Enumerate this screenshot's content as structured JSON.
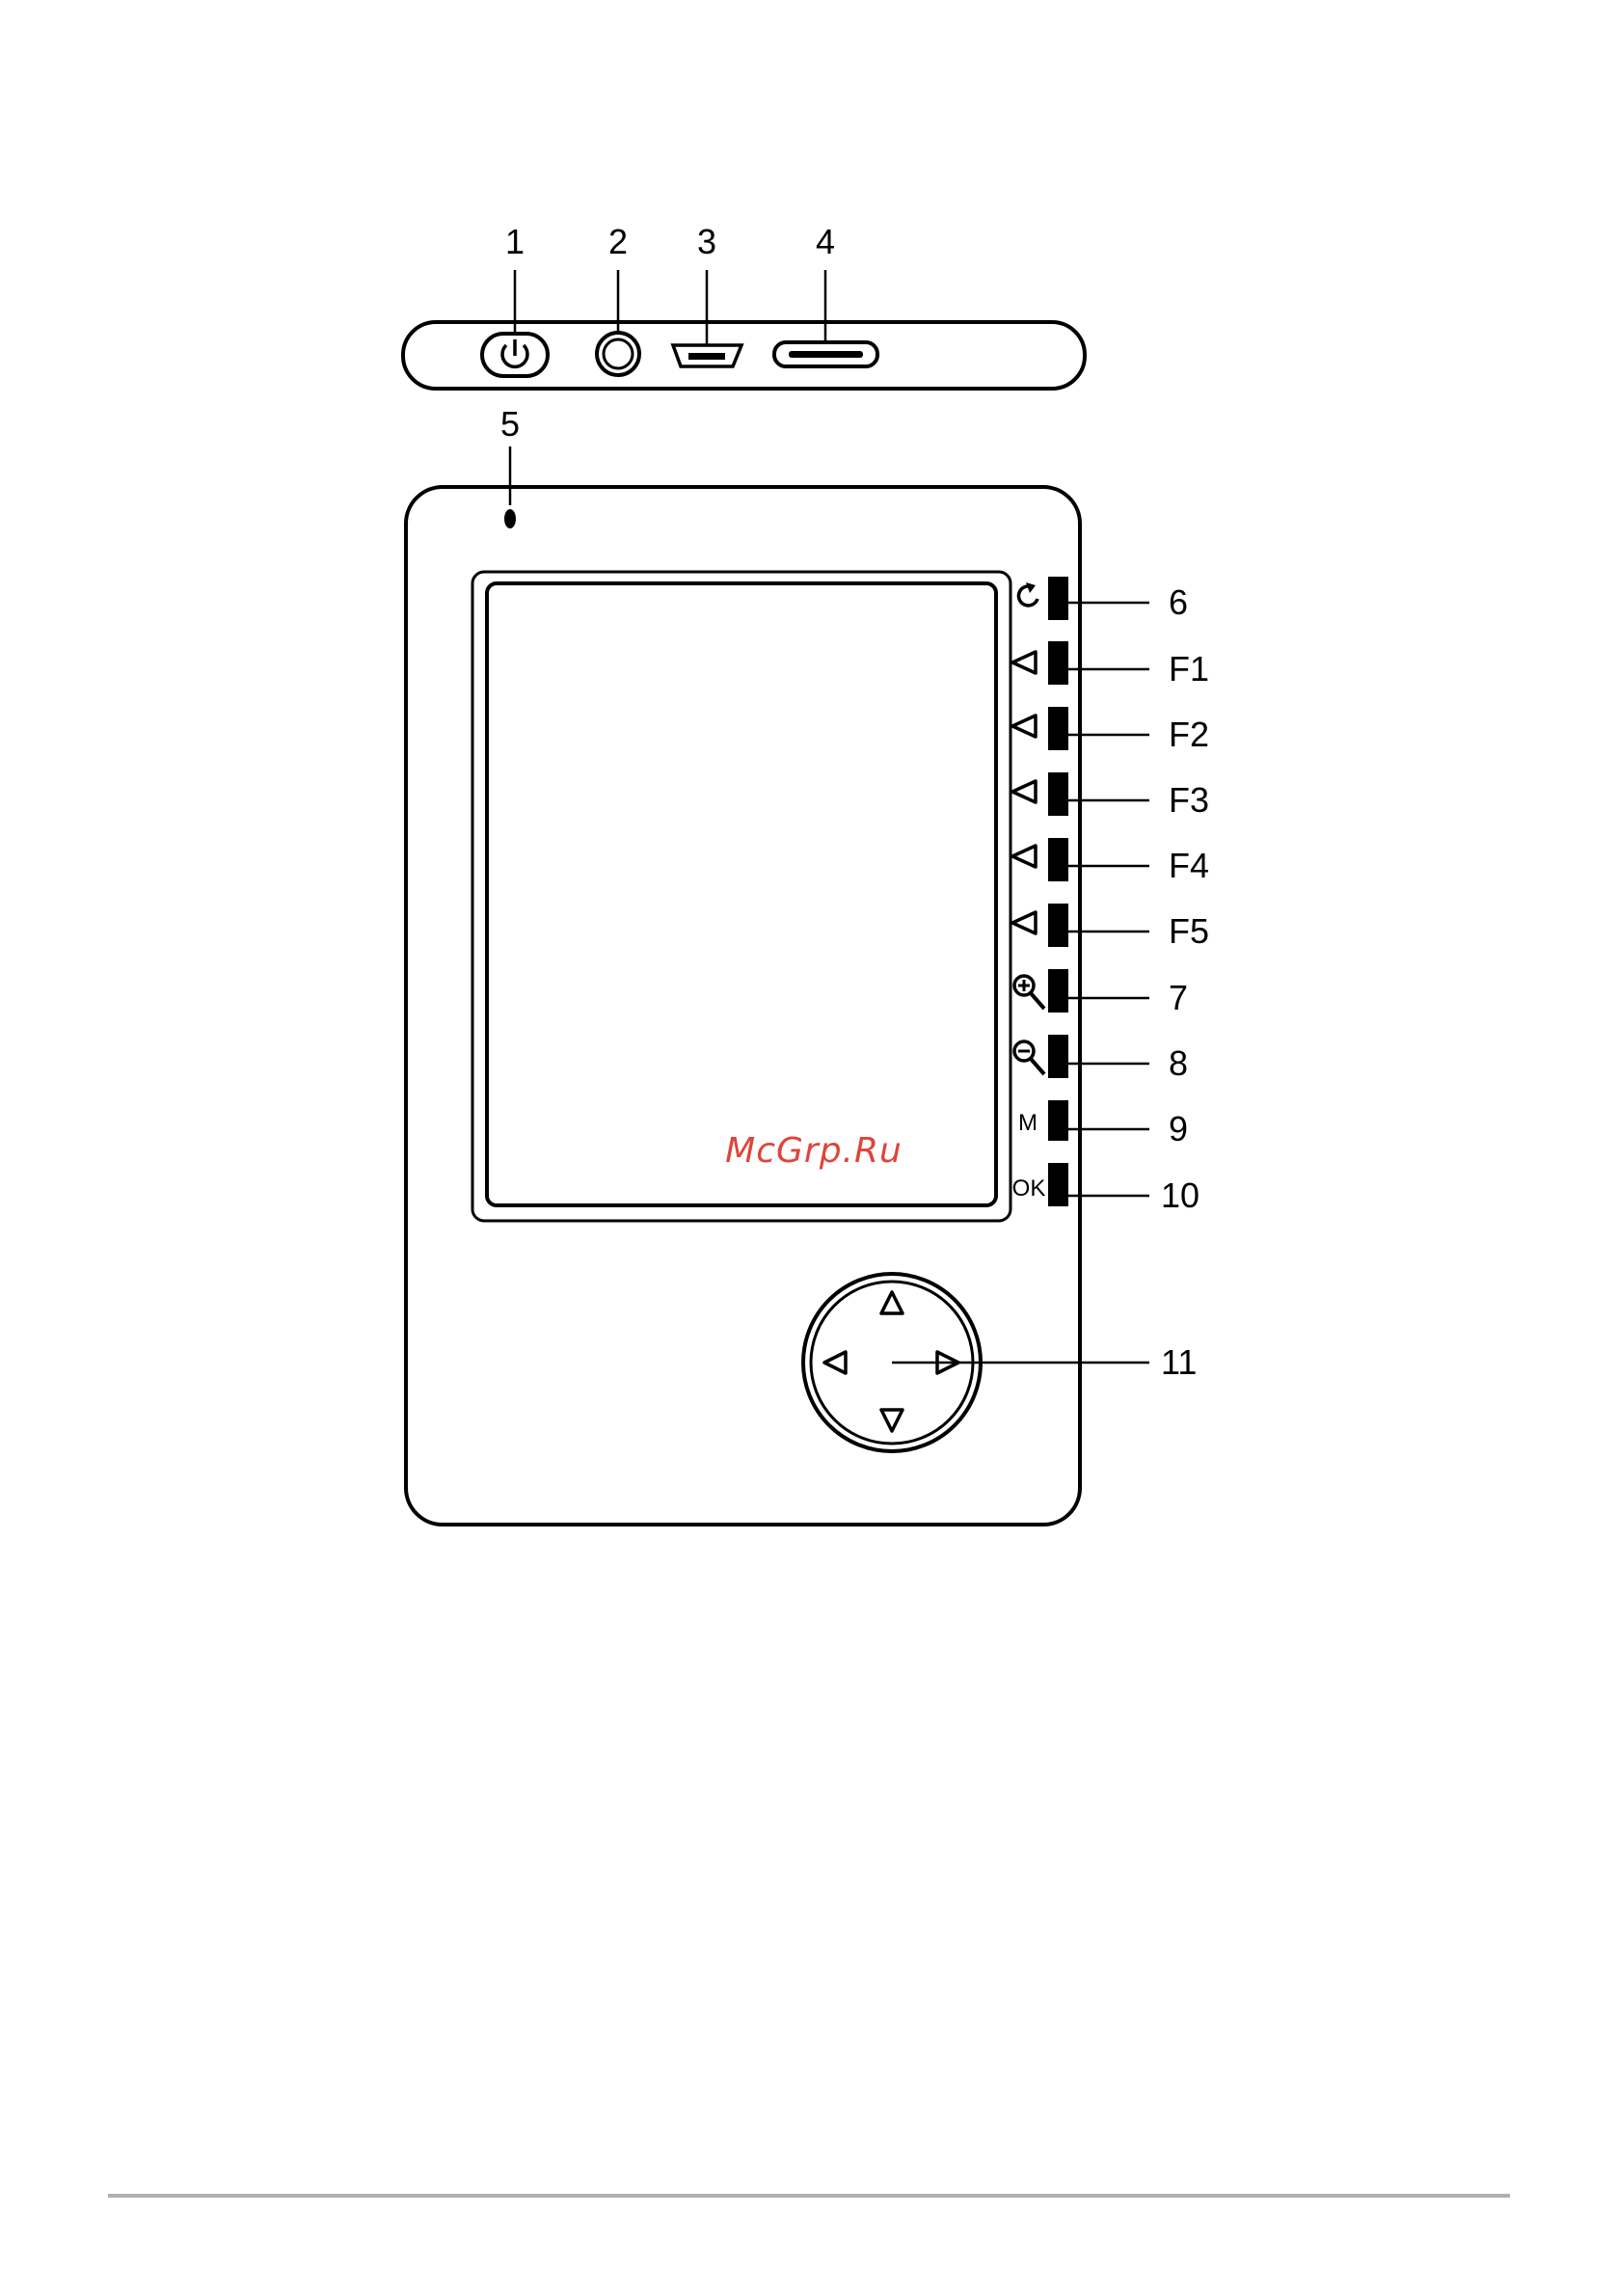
{
  "callouts": {
    "c1": "1",
    "c2": "2",
    "c3": "3",
    "c4": "4",
    "c5": "5",
    "c6": "6",
    "cF1": "F1",
    "cF2": "F2",
    "cF3": "F3",
    "cF4": "F4",
    "cF5": "F5",
    "c7": "7",
    "c8": "8",
    "c9": "9",
    "c10": "10",
    "c11": "11"
  },
  "button_glyphs": {
    "menu": "M",
    "ok": "OK"
  },
  "watermark": "McGrp.Ru",
  "colors": {
    "ink": "#000000",
    "watermark": "#e0443a",
    "rule": "#b0b0b0"
  }
}
